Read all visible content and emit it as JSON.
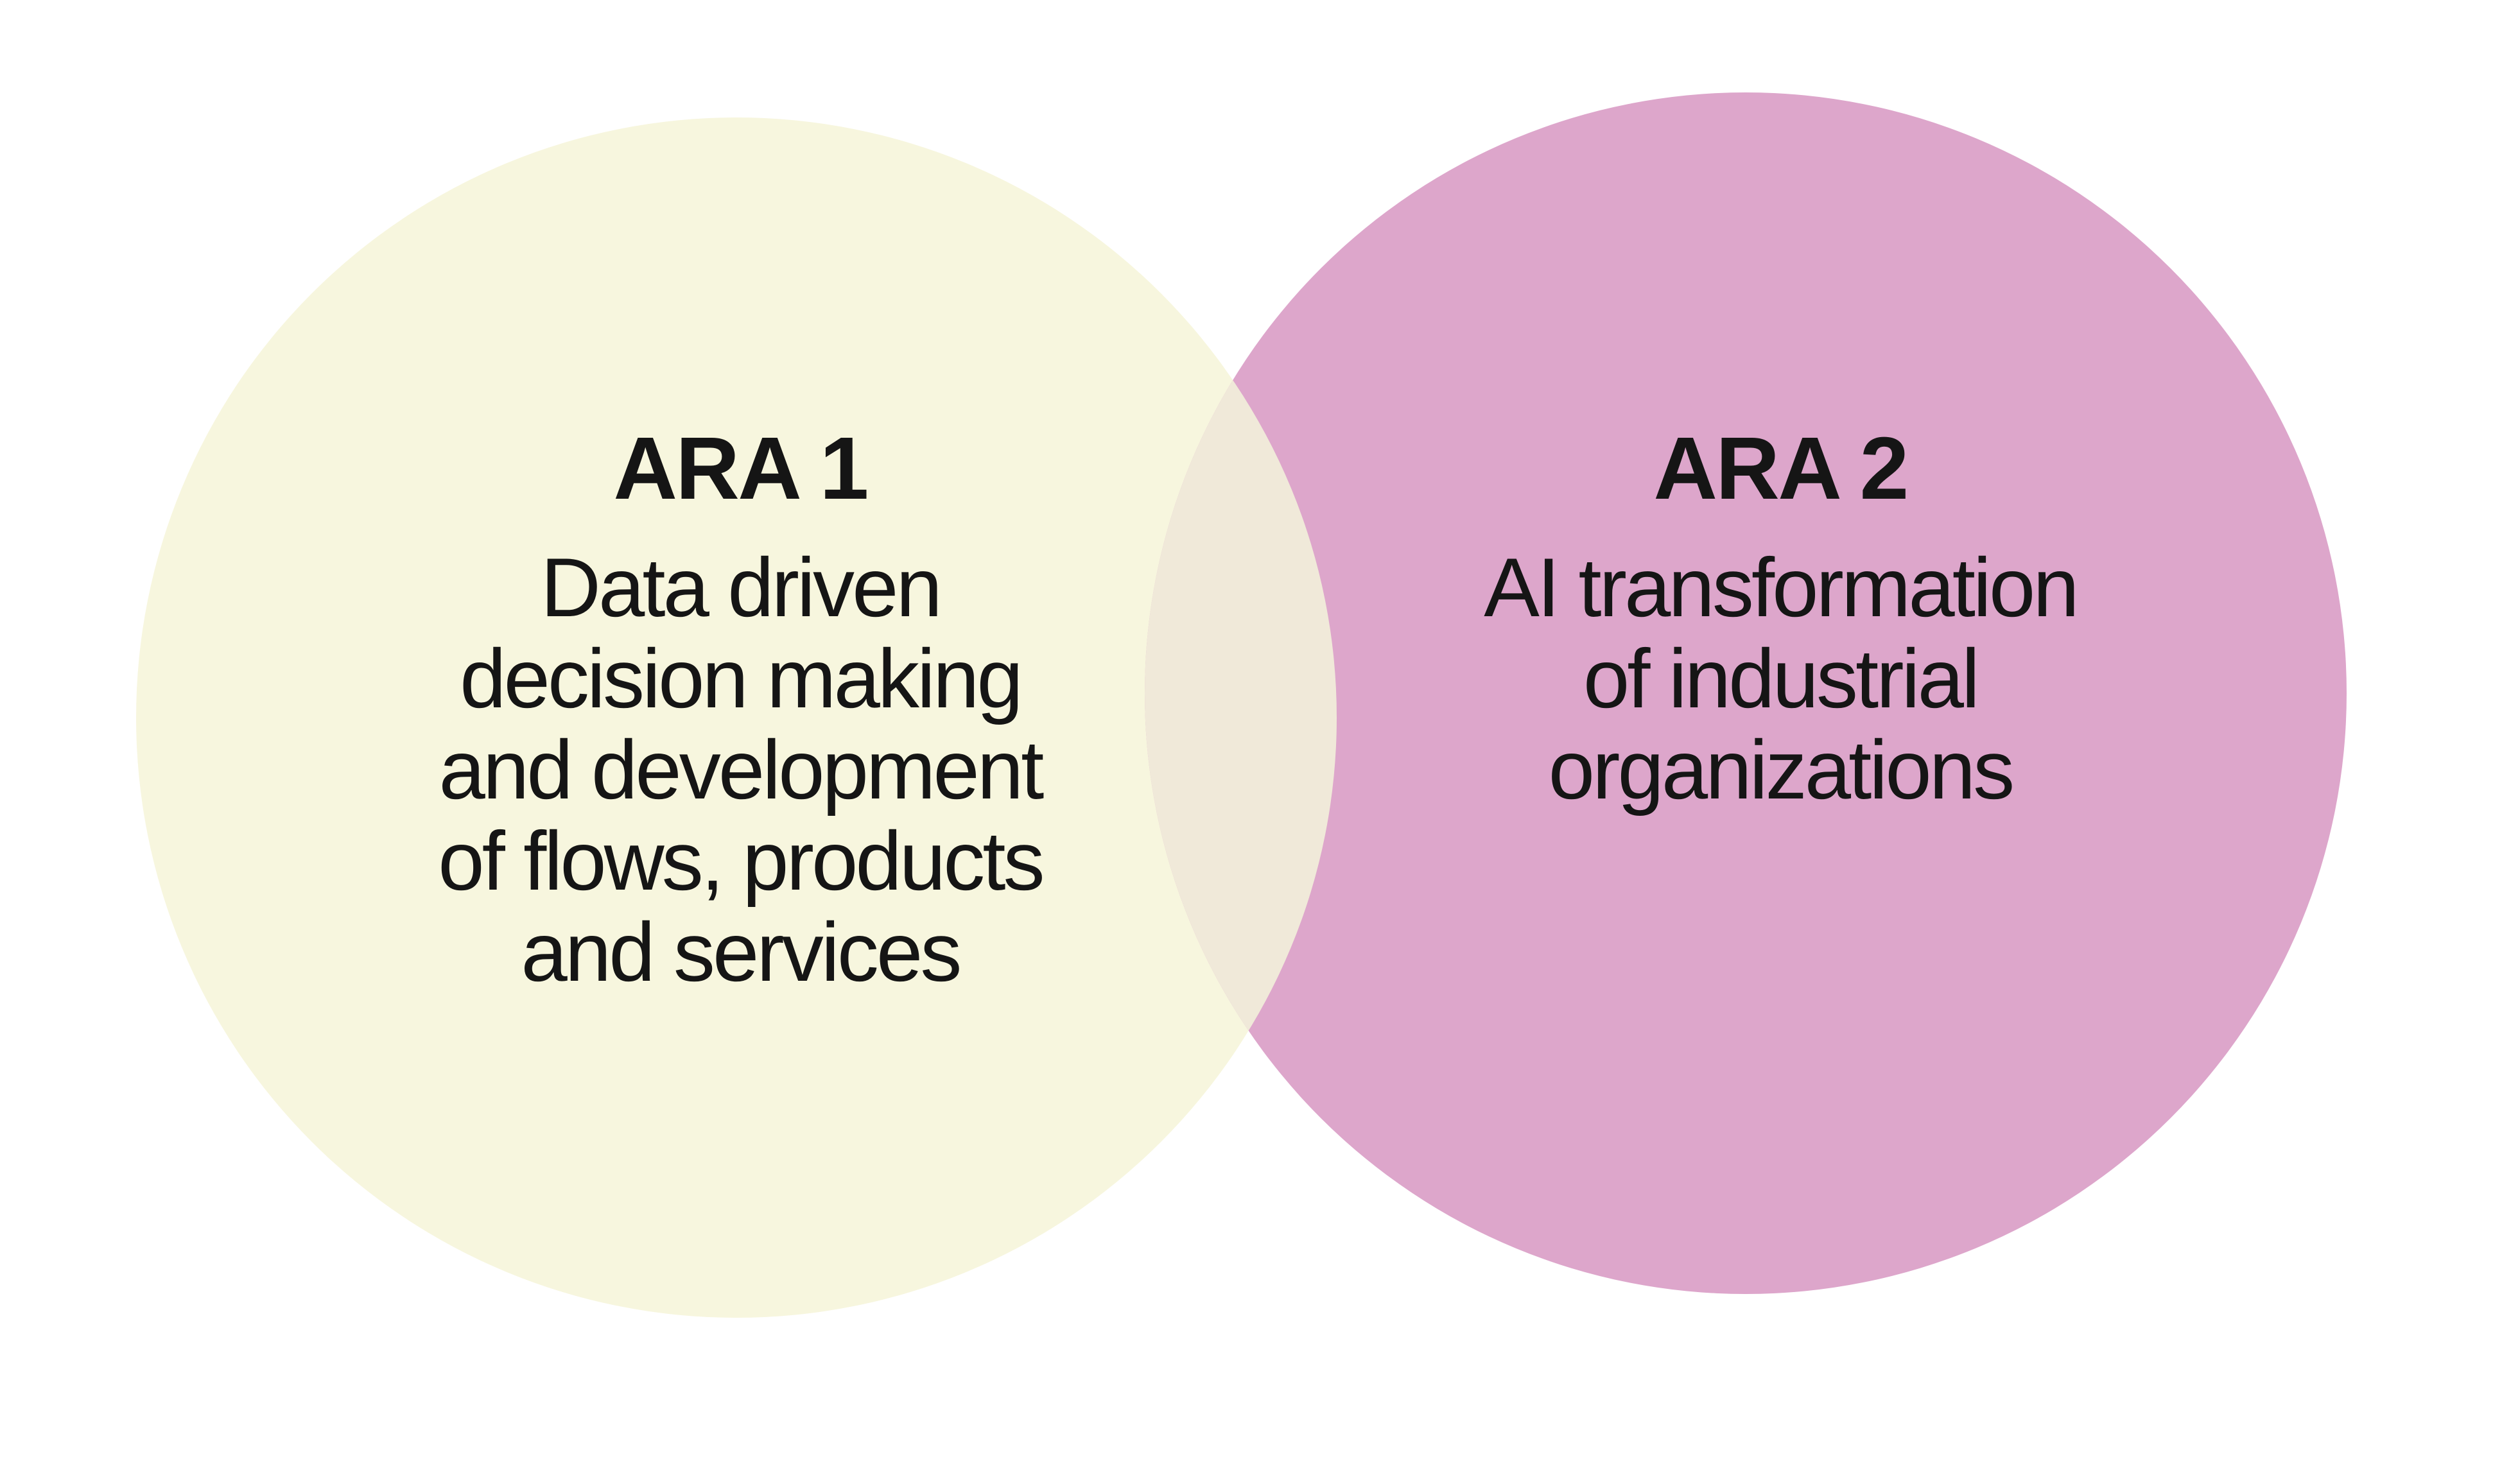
{
  "page": {
    "background_color": "#ffffff",
    "text_color": "#151515"
  },
  "venn": {
    "type": "venn-diagram",
    "overlap_color": "#f0e9d9",
    "left_circle": {
      "title": "ARA 1",
      "color": "#f7f6de",
      "description": "Data driven decision making and development of flows, products and services",
      "lines": [
        "Data driven",
        "decision making",
        "and development",
        "of flows, products",
        "and services"
      ]
    },
    "right_circle": {
      "title": "ARA 2",
      "color": "#dda6cb",
      "description": "AI transformation of industrial organizations",
      "lines": [
        "AI transformation",
        "of industrial",
        "organizations"
      ]
    }
  }
}
